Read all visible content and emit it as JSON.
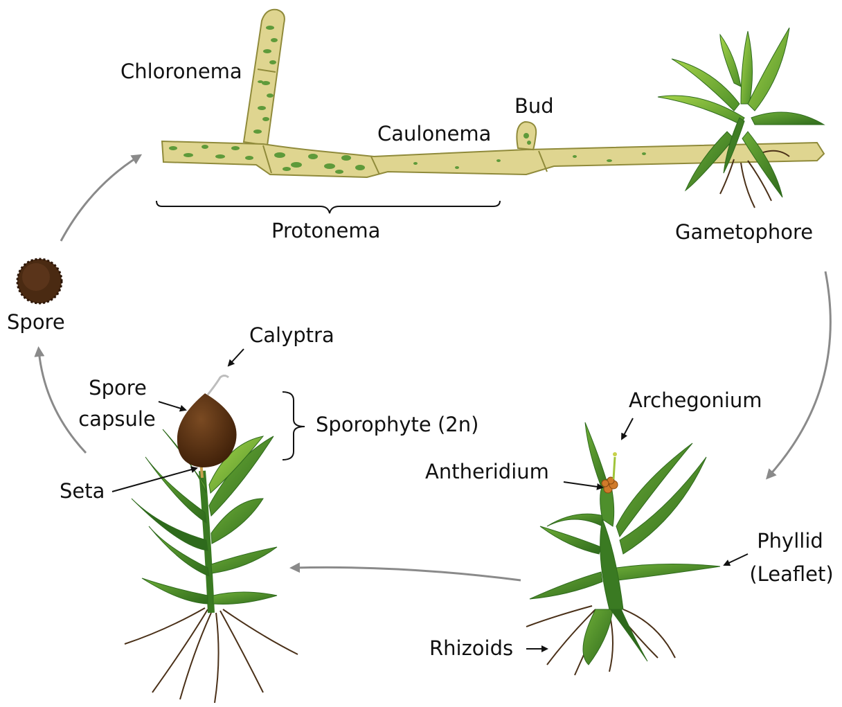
{
  "labels": {
    "chloronema": "Chloronema",
    "bud": "Bud",
    "caulonema": "Caulonema",
    "protonema": "Protonema",
    "gametophore": "Gametophore",
    "spore": "Spore",
    "calyptra": "Calyptra",
    "spore_capsule_1": "Spore",
    "spore_capsule_2": "capsule",
    "sporophyte": "Sporophyte (2n)",
    "seta": "Seta",
    "archegonium": "Archegonium",
    "antheridium": "Antheridium",
    "phyllid_1": "Phyllid",
    "phyllid_2": "(Leaflet)",
    "rhizoids": "Rhizoids"
  },
  "colors": {
    "protonema_fill": "#dfd590",
    "protonema_stroke": "#8f8a3a",
    "chloroplast": "#5e9a3a",
    "leaf_dark": "#2f6a1e",
    "leaf_mid": "#4e8f2c",
    "leaf_light": "#8cc43a",
    "capsule": "#5a3010",
    "spore": "#4a2a12",
    "rhizoid": "#4a3018",
    "cycle_arrow": "#8a8a8a",
    "label_arrow": "#111111"
  }
}
